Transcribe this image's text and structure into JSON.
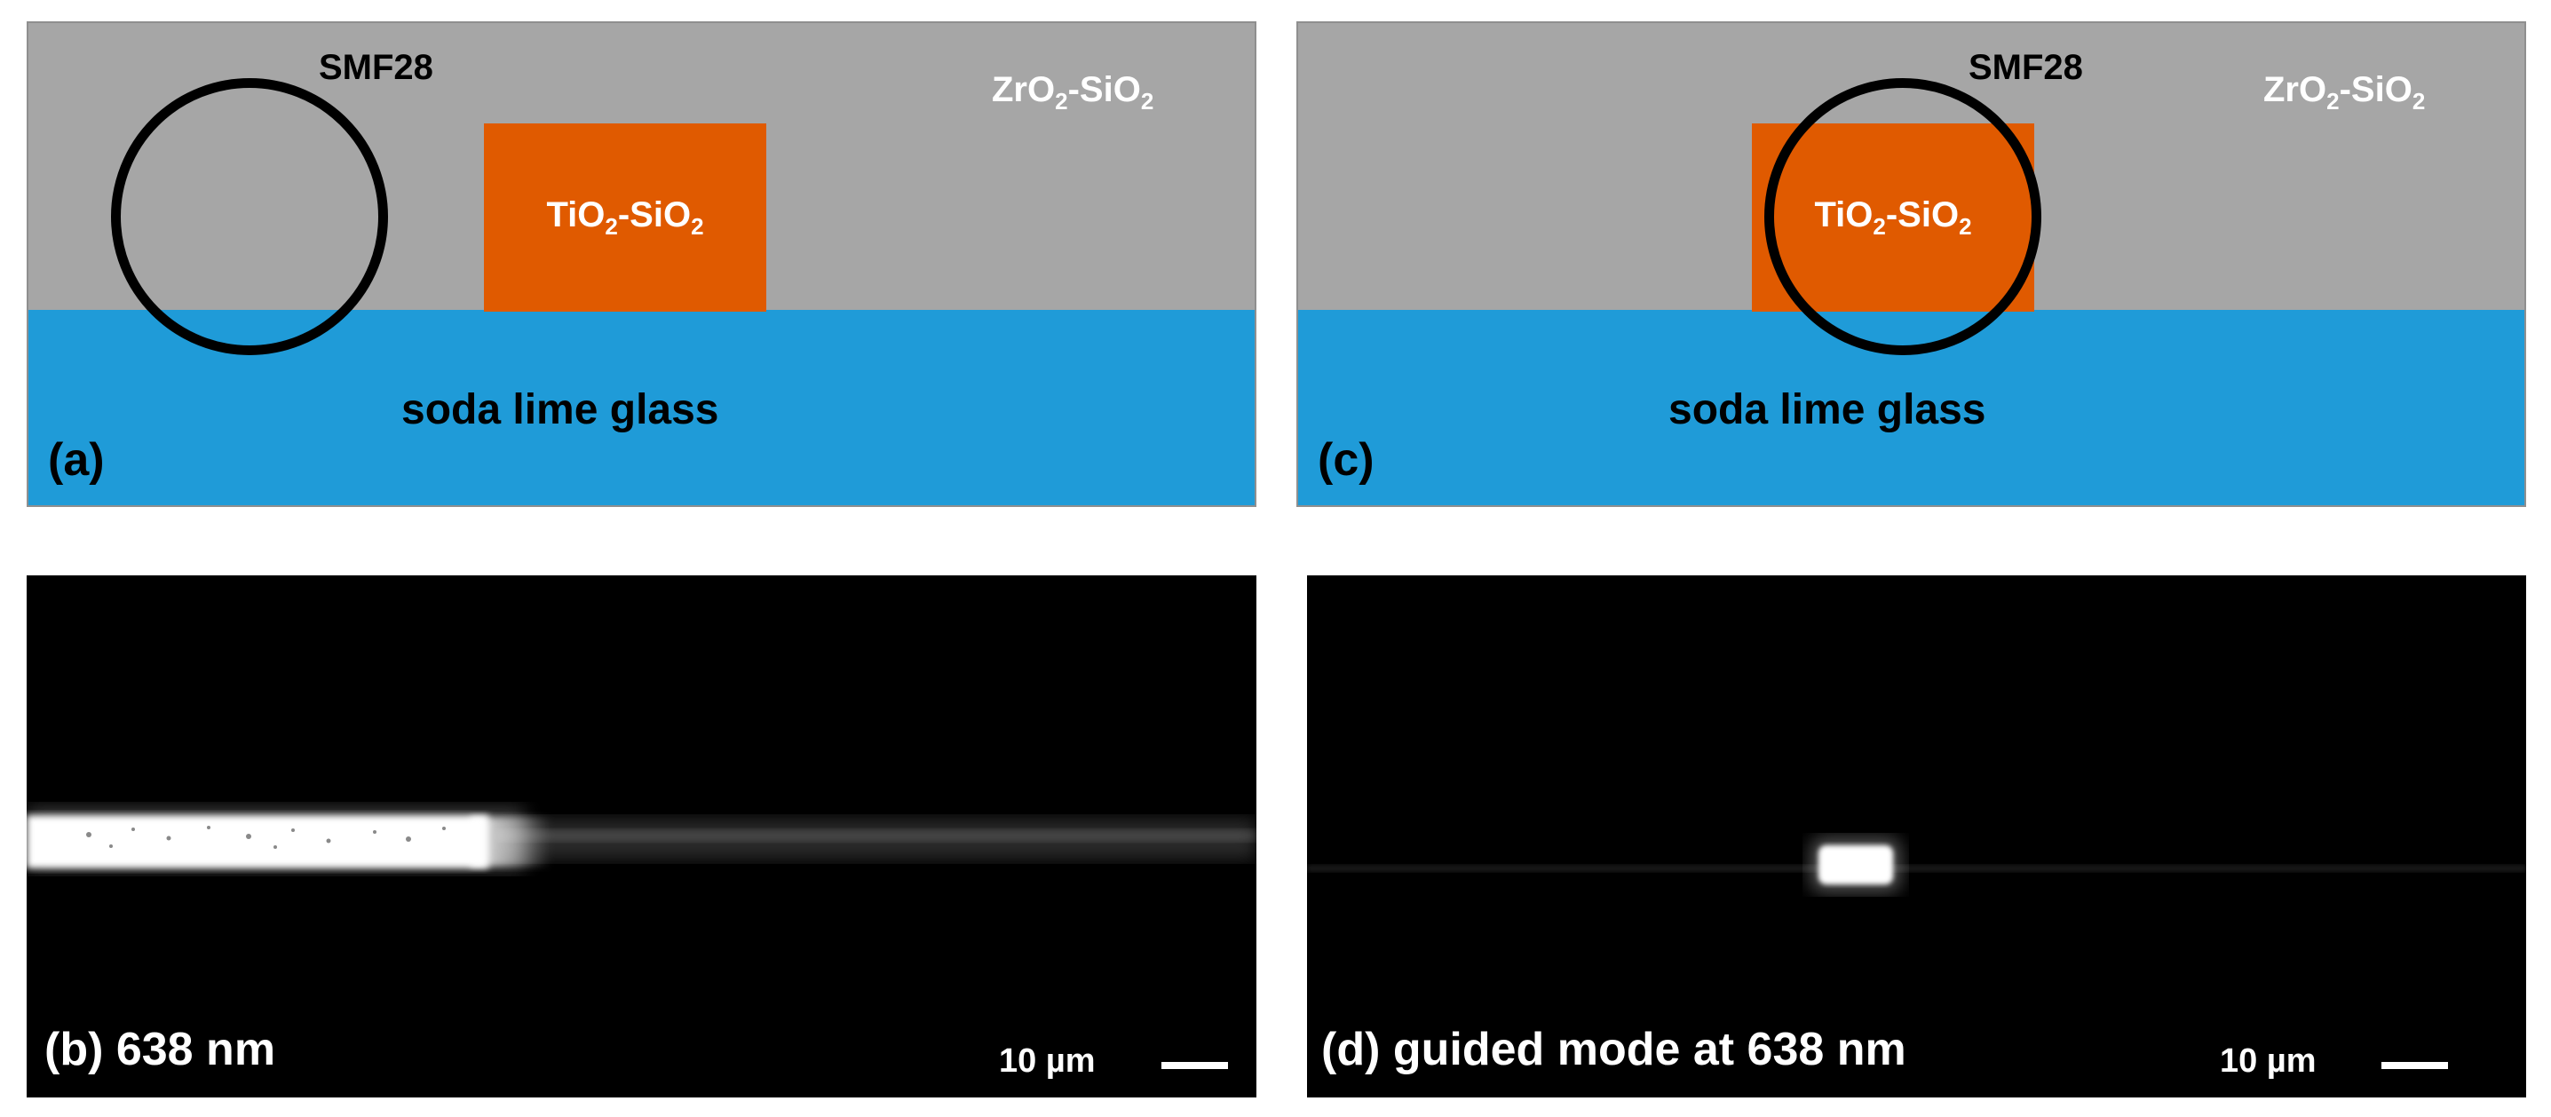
{
  "colors": {
    "cladding": "#a6a6a6",
    "core": "#e05a00",
    "substrate": "#1f9bd8",
    "fiber_ring": "#000000",
    "label_dark": "#000000",
    "label_light": "#ffffff",
    "micrograph_bg": "#000000"
  },
  "panels": {
    "a": {
      "label": "(a)",
      "fiber": "SMF28",
      "cladding": {
        "main": "ZrO",
        "sub": "2",
        "rest": "-SiO",
        "sub2": "2"
      },
      "core": {
        "main": "TiO",
        "sub": "2",
        "rest": "-SiO",
        "sub2": "2"
      },
      "substrate": "soda lime glass"
    },
    "c": {
      "label": "(c)",
      "fiber": "SMF28",
      "cladding": {
        "main": "ZrO",
        "sub": "2",
        "rest": "-SiO",
        "sub2": "2"
      },
      "core": {
        "main": "TiO",
        "sub": "2",
        "rest": "-SiO",
        "sub2": "2"
      },
      "substrate": "soda lime glass"
    },
    "b": {
      "label": "(b) 638 nm",
      "scale": "10 µm"
    },
    "d": {
      "label": "(d) guided mode at 638 nm",
      "scale": "10 µm"
    }
  }
}
